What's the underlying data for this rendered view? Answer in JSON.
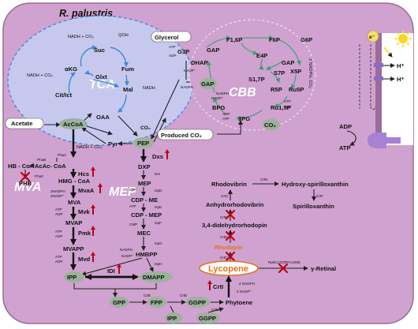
{
  "colors": {
    "cell": "#cfa2cf",
    "cell_border": "#9c6c9c",
    "tca_fill": "#c7c8ee",
    "tca_border": "#3e8ad0",
    "cbb_arrows": "#3b9c72",
    "node": "#9bb29b",
    "lycopene": "#e0731c",
    "gene_up": "#c0001a",
    "knockout": "#c0001a"
  },
  "title": "R. palustris",
  "modules": {
    "tca": "TCA",
    "cbb": "CBB",
    "mva": "MVA",
    "mep": "MEP"
  },
  "inputs": {
    "glycerol": "Glycerol",
    "acetate": "Acetate",
    "electron": "e⁻"
  },
  "tca": {
    "suc": "Suc",
    "fum": "Fum",
    "akg": "αKG",
    "glxt": "Glxt",
    "cit": "Cit/Ict",
    "mal": "Mal",
    "oaa": "OAA",
    "accoa": "AcCoA",
    "pyr": "Pyr",
    "pep": "PEP",
    "qoh": "QOH",
    "cofactor_nadh_co2": "NADH + CO₂",
    "cofactor_nadh": "NADH",
    "co2": "CO₂",
    "produced_co2": "Produced CO₂"
  },
  "cbb": {
    "f16p": "F1,6P",
    "f6p": "F6P",
    "g6p": "G6P",
    "e4p": "E4P",
    "gap": "GAP",
    "s7p": "S7P",
    "s17p": "S1,7P",
    "x5p": "X5P",
    "r5p": "R5P",
    "ru5p": "Ru5P",
    "bpg": "BPG",
    "pg3": "3PG",
    "rubp": "Ru1,5P",
    "co2": "CO₂",
    "g3p": "G3P",
    "dhap": "DHAP",
    "atp": "ATP",
    "adp": "ADP",
    "nadph": "NADPH",
    "nadp": "NADP⁺",
    "nadph_co2": "2 NADPH, CO₂"
  },
  "mva": {
    "hbcoa": "HB - CoA",
    "phb": "PHB",
    "phac": "PhaC",
    "phab": "PhaB",
    "phaa": "PhaA",
    "acac": "AcAc- CoA",
    "hcs": "Hcs",
    "hmg": "HMG - CoA",
    "mvaa": "MvaA",
    "mva": "MVA",
    "mvk": "Mvk",
    "mvap": "MVAP",
    "pmk": "Pmk",
    "mvapp": "MVAPP",
    "mvd": "Mvd",
    "ipp": "IPP",
    "idi": "IDI",
    "dmapp": "DMAPP",
    "nadph2": "2NADPH",
    "nadp2": "2NADP⁺",
    "atp": "ATP",
    "adp": "ADP"
  },
  "mep": {
    "dxs": "Dxs",
    "dxp": "DXP",
    "dxr": "Dxr",
    "mep": "MEP",
    "ispd": "IspD",
    "ctp": "CTP",
    "cdpme": "CDP - ME",
    "ispe": "IspE",
    "cdpmep": "CDP - MEP",
    "ispf": "IspF",
    "mec": "MEC",
    "ispg": "IspG",
    "hmbpp": "HMBPP",
    "isph": "IspH",
    "nadph": "NADPH",
    "nadp": "NADP⁺",
    "atp": "ATP",
    "adp": "ADP",
    "cmp": "CMP"
  },
  "carotenoid": {
    "rhodovibrin": "Rhodovibrin",
    "crtd": "CrtD",
    "hydroxy": "Hydroxy-spirilloxanthin",
    "crtf": "CrtF",
    "spirilloxanthin": "Spirilloxanthin",
    "crtc": "CrtC",
    "anhydro": "Anhydrorhodovibrin",
    "didehydro": "3,4-didehydrorhodopin",
    "rhodopin": "Rhodopin",
    "lycopene": "Lycopene",
    "rpscco": "RpsCCO(RPA1208)",
    "retinal": "γ-Retinal",
    "crti": "CrtI",
    "phytoene": "Phytoene",
    "crte": "CrtE",
    "crtb": "CrtB",
    "gpp": "GPP",
    "fpp": "FPP",
    "ggpp": "GGPP",
    "ipp": "IPP",
    "nadph4": "4 NADPH",
    "nadp4": "4 NADP⁺"
  },
  "membrane": {
    "h1": "H⁺",
    "h2": "H⁺",
    "adp": "ADP",
    "atp": "ATP"
  }
}
